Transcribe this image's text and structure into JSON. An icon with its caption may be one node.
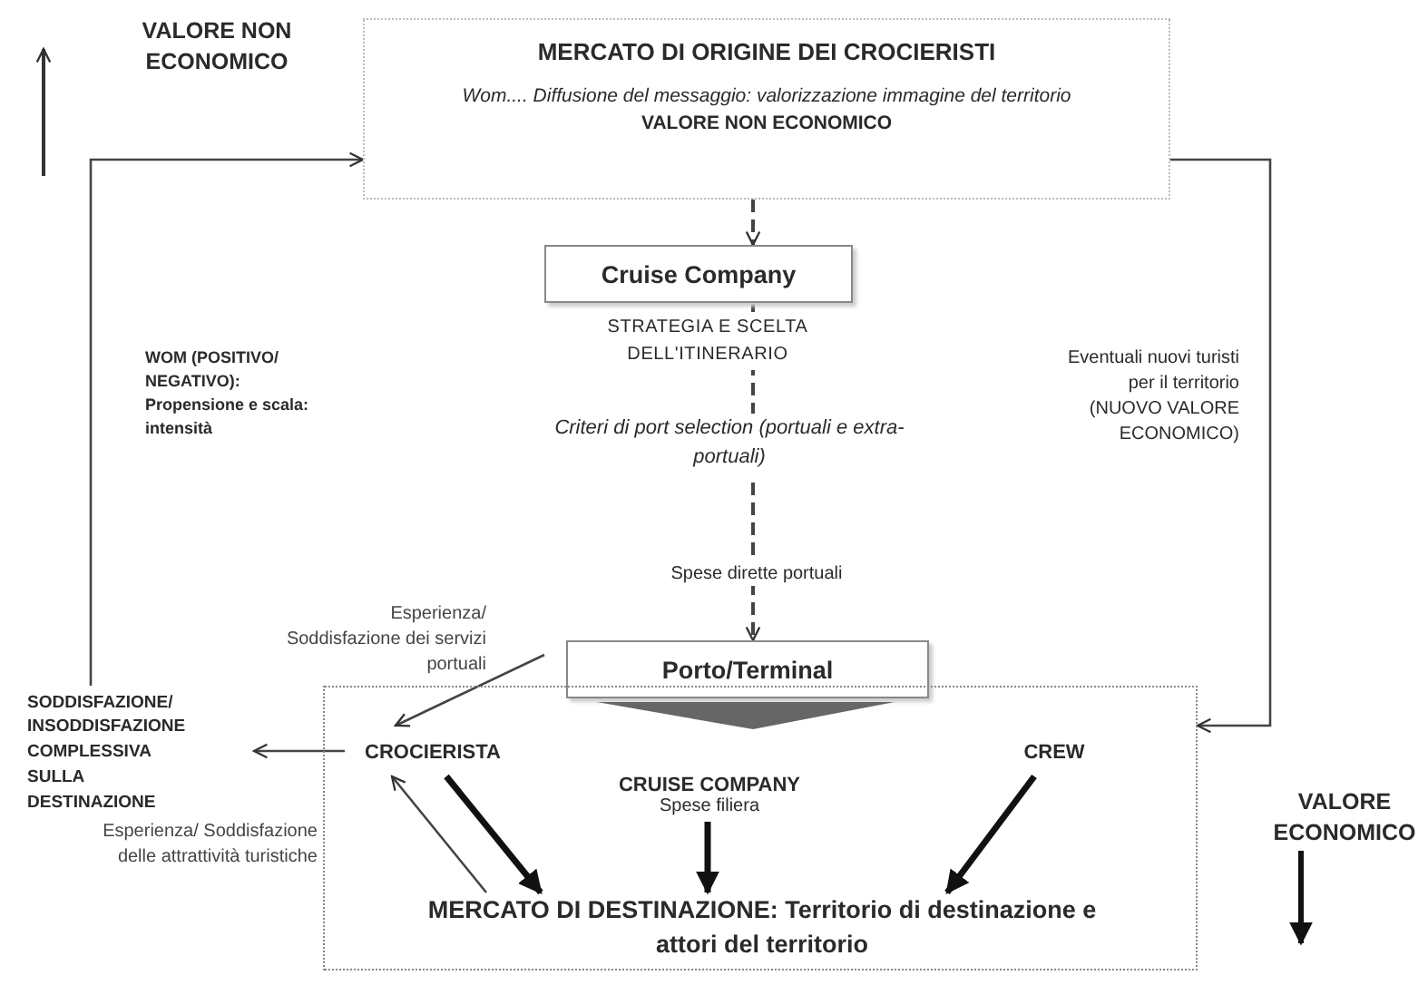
{
  "diagram": {
    "nodes": [
      {
        "text": [
          "MERCATO DI ORIGINE DEI CROCIERISTI",
          "*Wom.... Diffusione del messaggio: valorizzazione immagine del territorio* **VALORE NON ECONOMICO**"
        ]
      },
      {
        "text": [
          "Cruise Company"
        ],
        "beside": [
          "STRATEGIA E SCELTA DELL'ITINERARIO"
        ]
      },
      {
        "text": [
          "Porto/Terminal"
        ]
      },
      {
        "text": [],
        "shape": "box"
      },
      {
        "text": [
          "CROCIERISTA"
        ],
        "in": 3
      },
      {
        "text": [
          "CRUISE COMPANY",
          "Spese filiera"
        ],
        "in": 3
      },
      {
        "text": [
          "CREW"
        ],
        "in": 3
      },
      {
        "text": [
          "SODDISFAZIONE/ INSODDISFAZIONE COMPLESSIVA SULLA DESTINAZIONE"
        ]
      },
      {
        "text": [],
        "shape": "triangle",
        "in": 3
      },
      {
        "text": [
          "MERCATO DI DESTINAZIONE: Territorio di destinazione e attori del territorio"
        ],
        "in": 3
      }
    ],
    "edges": [
      {
        "from": 0,
        "to": 1,
        "arrow": "to",
        "style": "dashed"
      },
      {
        "from": 1,
        "to": 2,
        "arrow": "to",
        "style": "dashed"
      },
      {
        "from": 2,
        "to": 4,
        "arrow": "to",
        "label": "Esperienza/ Soddisfazione dei servizi portuali"
      },
      {
        "from": 4,
        "to": 7,
        "arrow": "to"
      },
      {
        "from": 9,
        "to": 4,
        "arrow": "to",
        "label": "Esperienza/ Soddisfazione delle attrattività turistiche"
      },
      {
        "from": 4,
        "to": 9,
        "arrow": "to",
        "style": "thick"
      },
      {
        "from": 5,
        "to": 9,
        "arrow": "to",
        "style": "thick"
      },
      {
        "from": 6,
        "to": 9,
        "arrow": "to",
        "style": "thick"
      },
      {
        "from": 7,
        "to": 0,
        "arrow": "to"
      },
      {
        "from": 0,
        "to": 3,
        "arrow": "to"
      }
    ],
    "labels": [
      "VALORE NON ECONOMICO",
      "WOM (POSITIVO/ NEGATIVO): Propensione e scala: intensità",
      "Eventuali nuovi turisti per il territorio (NUOVO VALORE ECONOMICO)",
      "Criteri di port selection (portuali e extra-portuali)",
      "Spese dirette portuali",
      "VALORE ECONOMICO"
    ]
  }
}
